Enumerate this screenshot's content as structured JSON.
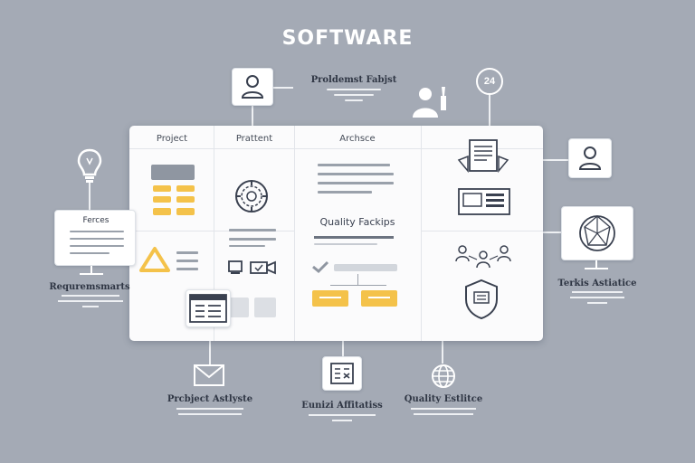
{
  "header": {
    "title": "SOFTWARE"
  },
  "panel": {
    "columns": [
      "Project",
      "Prattent",
      "Archsce"
    ],
    "mid_title": "Quality Fackips"
  },
  "nodes": {
    "top_user": {
      "label": "Proldemst Fabjst"
    },
    "badge": "24",
    "left_card": {
      "label": "Ferces"
    },
    "requirements": {
      "label": "Requremsmarts"
    },
    "right_monitor": {
      "label": "Terkis Astiatice"
    },
    "bottom_1": {
      "label": "Prcbject Astlyste"
    },
    "bottom_2": {
      "label": "Eunizi Affitatiss"
    },
    "bottom_3": {
      "label": "Quality Estlitce"
    }
  },
  "icons": [
    "user-icon",
    "person-icon",
    "lightbulb-icon",
    "document-icon",
    "monitor-icon",
    "network-icon",
    "globe-icon",
    "shield-icon",
    "mail-icon",
    "warning-icon",
    "video-icon",
    "check-icon",
    "form-icon",
    "gear-brain-icon"
  ],
  "colors": {
    "background": "#a4aab5",
    "accent": "#f4c24a",
    "line": "#eef0f3"
  }
}
